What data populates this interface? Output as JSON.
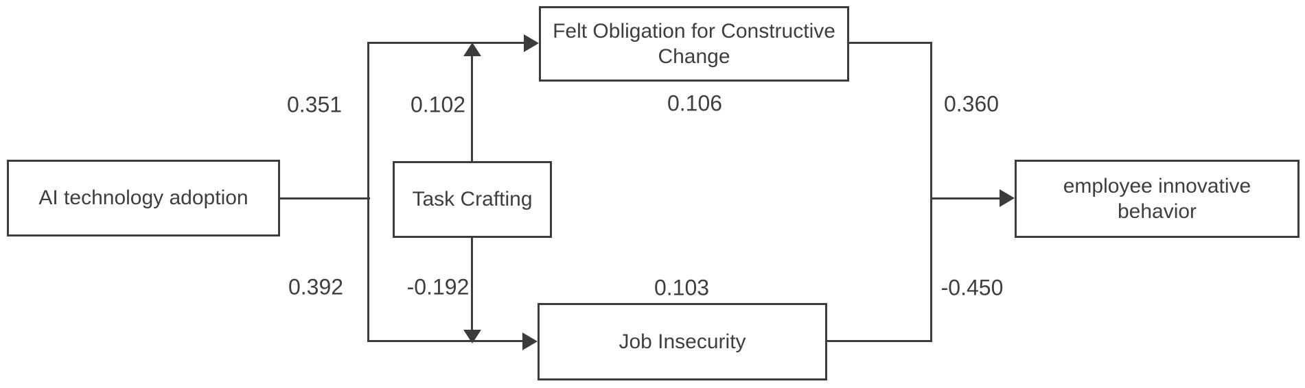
{
  "figure": {
    "type": "path-diagram",
    "background_color": "#ffffff",
    "line_color": "#3c3c3c",
    "text_color": "#3e3e3e"
  },
  "nodes": {
    "ai_technology_adoption": {
      "label": "AI technology adoption"
    },
    "task_crafting": {
      "label": "Task Crafting"
    },
    "felt_obligation": {
      "label": "Felt Obligation for Constructive Change"
    },
    "job_insecurity": {
      "label": "Job Insecurity"
    },
    "employee_innovative_behavior": {
      "label": "employee innovative behavior"
    }
  },
  "coefficients": {
    "ai_to_felt_obligation": "0.351",
    "task_crafting_upper_moderation": "0.102",
    "felt_obligation_path": "0.106",
    "felt_obligation_to_behavior": "0.360",
    "ai_to_job_insecurity": "0.392",
    "task_crafting_lower_moderation": "-0.192",
    "job_insecurity_path": "0.103",
    "job_insecurity_to_behavior": "-0.450"
  },
  "edges": [
    {
      "from": "AI technology adoption",
      "to": "Felt Obligation for Constructive Change",
      "value": "0.351"
    },
    {
      "from": "Task Crafting",
      "to": "AI technology adoption → Felt Obligation for Constructive Change path",
      "value": "0.102"
    },
    {
      "from": "Felt Obligation for Constructive Change",
      "to": "",
      "value": "0.106"
    },
    {
      "from": "Felt Obligation for Constructive Change",
      "to": "employee innovative behavior",
      "value": "0.360"
    },
    {
      "from": "AI technology adoption",
      "to": "Job Insecurity",
      "value": "0.392"
    },
    {
      "from": "Task Crafting",
      "to": "AI technology adoption → Job Insecurity path",
      "value": "-0.192"
    },
    {
      "from": "Job Insecurity",
      "to": "",
      "value": "0.103"
    },
    {
      "from": "Job Insecurity",
      "to": "employee innovative behavior",
      "value": "-0.450"
    }
  ]
}
